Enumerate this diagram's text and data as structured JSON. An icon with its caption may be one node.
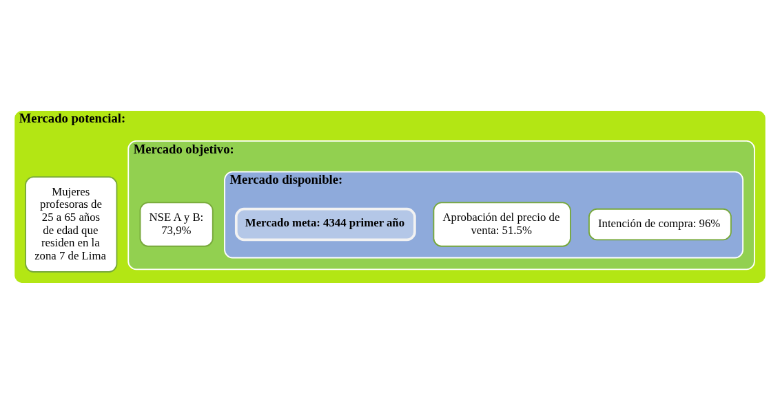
{
  "diagram": {
    "nodes": [
      {
        "text": [
          "Mercado potencial:"
        ]
      },
      {
        "text": [
          "Mujeres profesoras de 25 a 65 años de edad que residen en la zona 7 de Lima"
        ],
        "in": 0
      },
      {
        "text": [
          "Mercado objetivo:"
        ],
        "in": 0
      },
      {
        "text": [
          "NSE A y B: 73,9%"
        ],
        "in": 2
      },
      {
        "text": [
          "Mercado disponible:"
        ],
        "in": 2
      },
      {
        "text": [
          "Intención de compra: 96%"
        ],
        "in": 4
      },
      {
        "text": [
          "Aprobación del precio de venta: 51.5%"
        ],
        "in": 4
      },
      {
        "text": [
          "Mercado meta: 4344 primer año"
        ],
        "in": 4
      }
    ],
    "edges": []
  }
}
